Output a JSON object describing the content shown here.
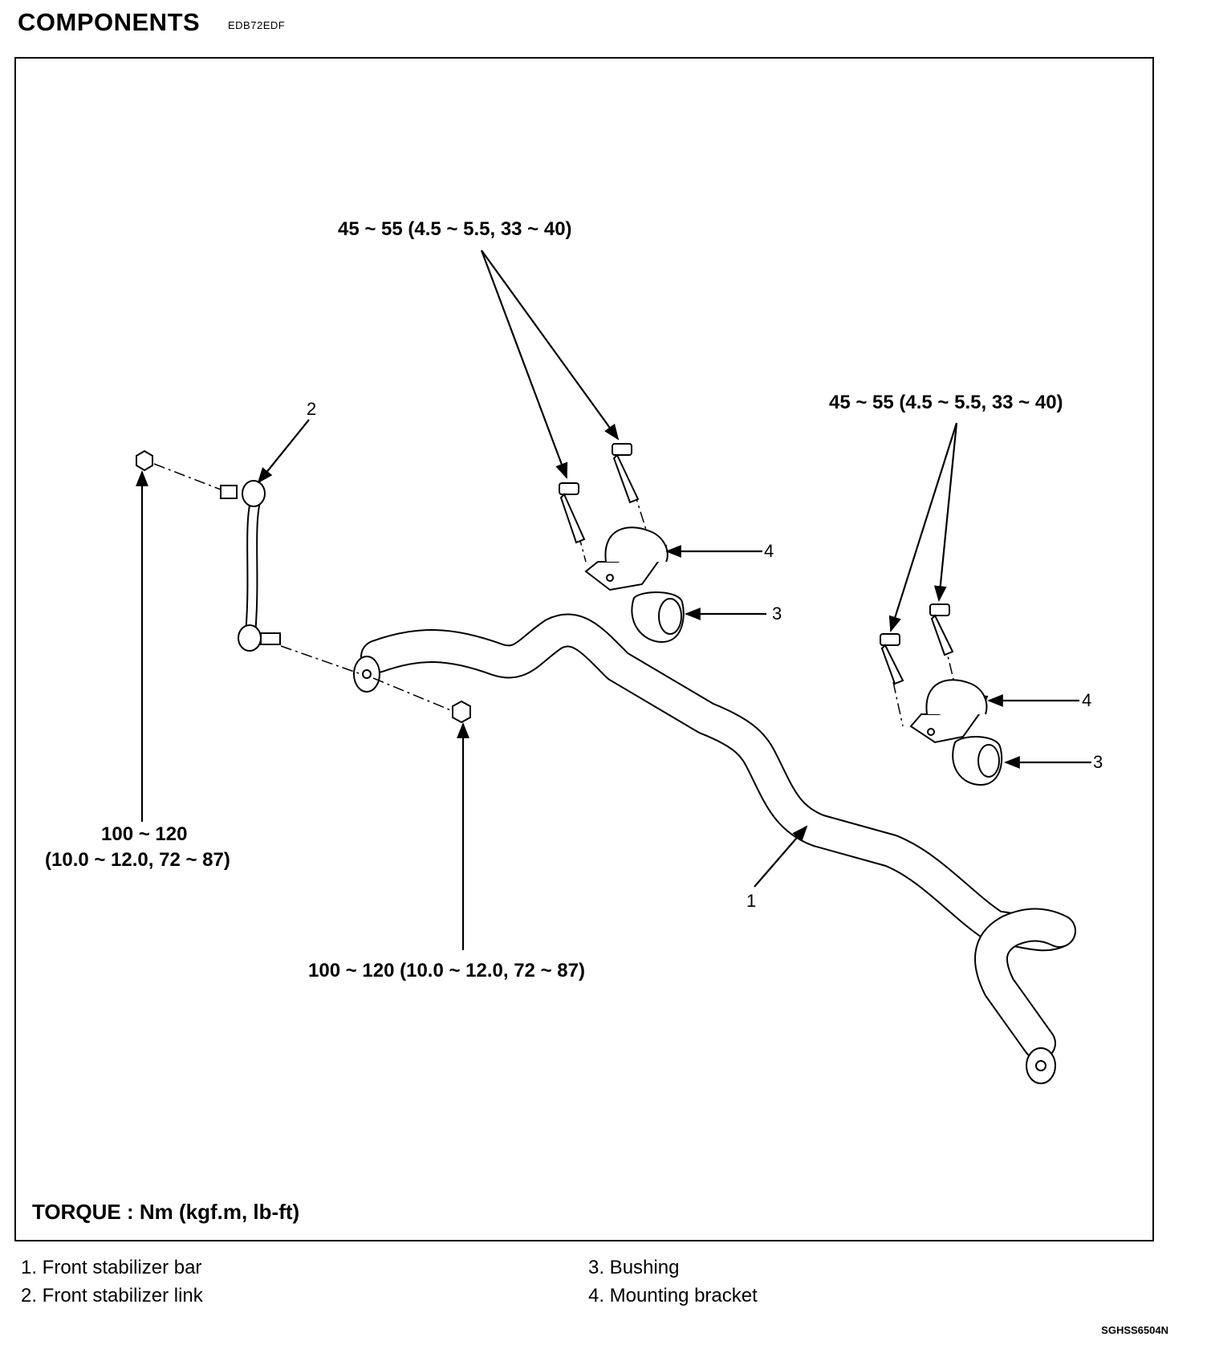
{
  "header": {
    "title": "COMPONENTS",
    "code": "EDB72EDF"
  },
  "diagram": {
    "torque_labels": {
      "bracket_bolts_1": "45 ~ 55 (4.5 ~ 5.5, 33 ~ 40)",
      "bracket_bolts_2": "45 ~ 55 (4.5 ~ 5.5, 33 ~ 40)",
      "link_upper_nut_line1": "100 ~ 120",
      "link_upper_nut_line2": "(10.0 ~ 12.0, 72 ~ 87)",
      "link_lower_nut": "100 ~ 120 (10.0 ~ 12.0, 72 ~ 87)"
    },
    "callouts": {
      "bar": "1",
      "link": "2",
      "bushing_1": "3",
      "bushing_2": "3",
      "bracket_1": "4",
      "bracket_2": "4"
    },
    "torque_unit": "TORQUE : Nm (kgf.m, lb-ft)"
  },
  "legend": [
    "1. Front stabilizer bar",
    "2. Front stabilizer link",
    "3. Bushing",
    "4. Mounting bracket"
  ],
  "figure_id": "SGHSS6504N"
}
